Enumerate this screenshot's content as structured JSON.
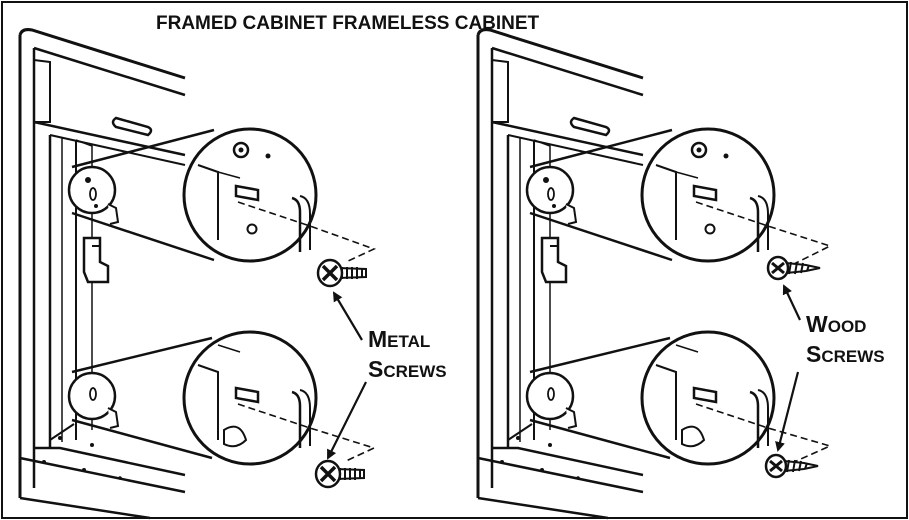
{
  "title": "FRAMED CABINET FRAMELESS CABINET",
  "labels": {
    "metal_screws": {
      "line1_cap": "M",
      "line1_rest": "ETAL",
      "line2_cap": "S",
      "line2_rest": "CREWS"
    },
    "wood_screws": {
      "line1_cap": "W",
      "line1_rest": "OOD",
      "line2_cap": "S",
      "line2_rest": "CREWS"
    }
  },
  "colors": {
    "ink": "#111111",
    "paper": "#ffffff",
    "shade": "#e9e9e9"
  }
}
